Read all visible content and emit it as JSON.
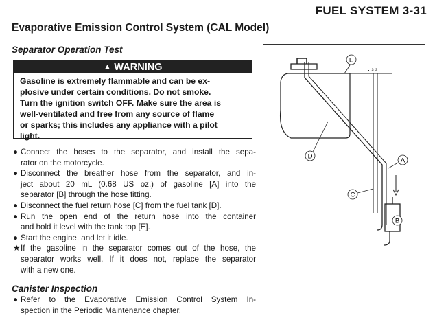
{
  "page_header": "FUEL SYSTEM 3-31",
  "section_title": "Evaporative Emission Control System (CAL Model)",
  "separator_test": {
    "heading": "Separator Operation Test",
    "warning": {
      "label": "WARNING",
      "lines": [
        "Gasoline is extremely flammable and can be ex-",
        "plosive under certain conditions.  Do not smoke.",
        "Turn the ignition switch OFF. Make sure the area is",
        "well-ventilated and free from any source of flame",
        "or sparks; this includes any appliance with a pilot",
        "light."
      ]
    },
    "steps": [
      {
        "mark": "●",
        "lines": [
          "Connect the hoses to the separator, and install the sepa-",
          "rator on the motorcycle."
        ]
      },
      {
        "mark": "●",
        "lines": [
          "Disconnect the breather hose from the separator, and in-",
          "ject about 20 mL (0.68 US oz.)  of gasoline [A] into the",
          "separator [B] through the hose fitting."
        ]
      },
      {
        "mark": "●",
        "lines": [
          "Disconnect the fuel return hose [C] from the fuel tank [D]."
        ]
      },
      {
        "mark": "●",
        "lines": [
          "Run the open end of the return hose into the container",
          "and hold it level with the tank top [E]."
        ]
      },
      {
        "mark": "●",
        "lines": [
          "Start the engine, and let it idle."
        ]
      },
      {
        "mark": "★",
        "lines": [
          "If the gasoline in the separator comes out of the hose, the",
          "separator works well.  If it does not, replace the separator",
          "with a new one."
        ]
      }
    ]
  },
  "canister_inspection": {
    "heading": "Canister Inspection",
    "steps": [
      {
        "mark": "●",
        "lines": [
          "Refer to the Evaporative Emission Control System In-",
          "spection in the Periodic Maintenance chapter."
        ]
      }
    ]
  },
  "figure": {
    "callouts": {
      "a": "A",
      "b": "B",
      "c": "C",
      "d": "D",
      "e": "E"
    }
  }
}
